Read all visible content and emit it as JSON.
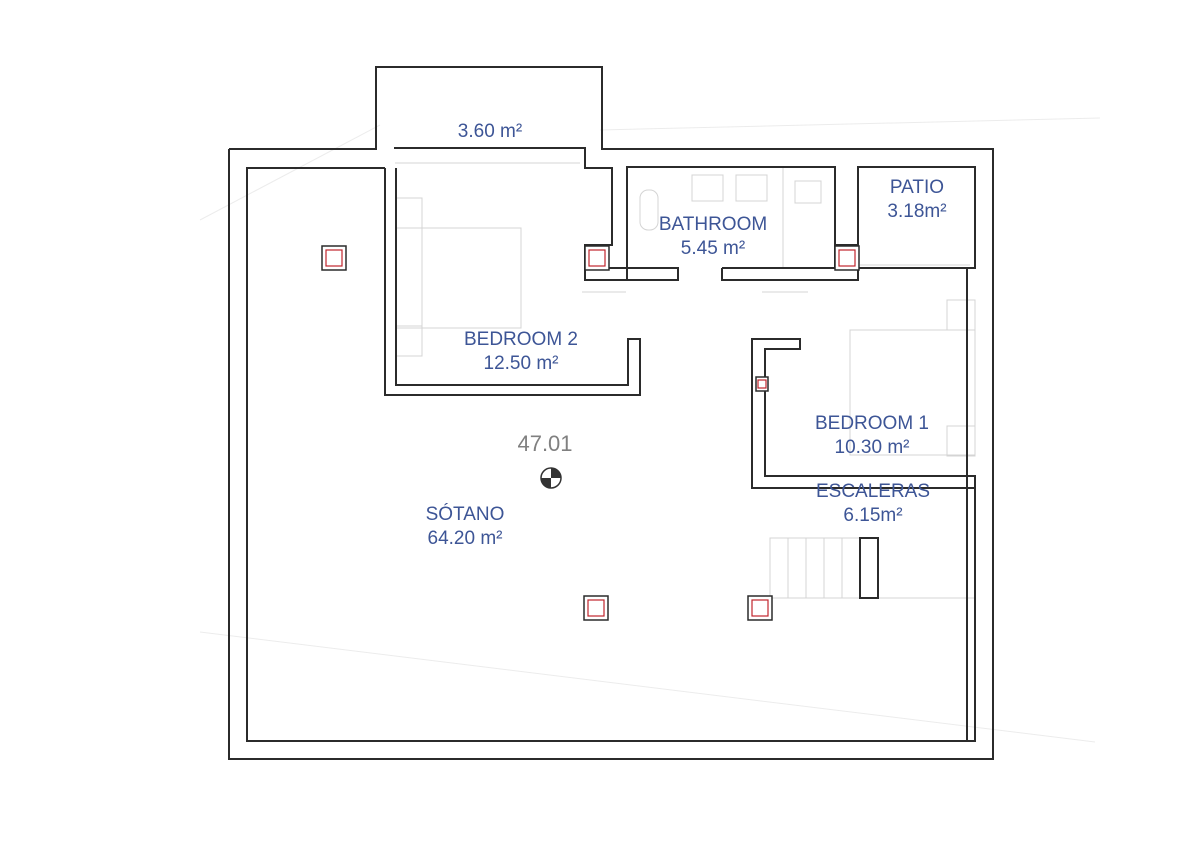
{
  "plan": {
    "rooms": [
      {
        "name": "",
        "area": "3.60 m²"
      },
      {
        "name": "BATHROOM",
        "area": "5.45 m²"
      },
      {
        "name": "PATIO",
        "area": "3.18m²"
      },
      {
        "name": "BEDROOM 2",
        "area": "12.50 m²"
      },
      {
        "name": "BEDROOM 1",
        "area": "10.30 m²"
      },
      {
        "name": "ESCALERAS",
        "area": "6.15m²"
      },
      {
        "name": "SÓTANO",
        "area": "64.20 m²"
      }
    ],
    "level_mark": "47.01",
    "colors": {
      "wall": "#2b2b2b",
      "label": "#3d5596",
      "column": "#c0262d"
    }
  }
}
